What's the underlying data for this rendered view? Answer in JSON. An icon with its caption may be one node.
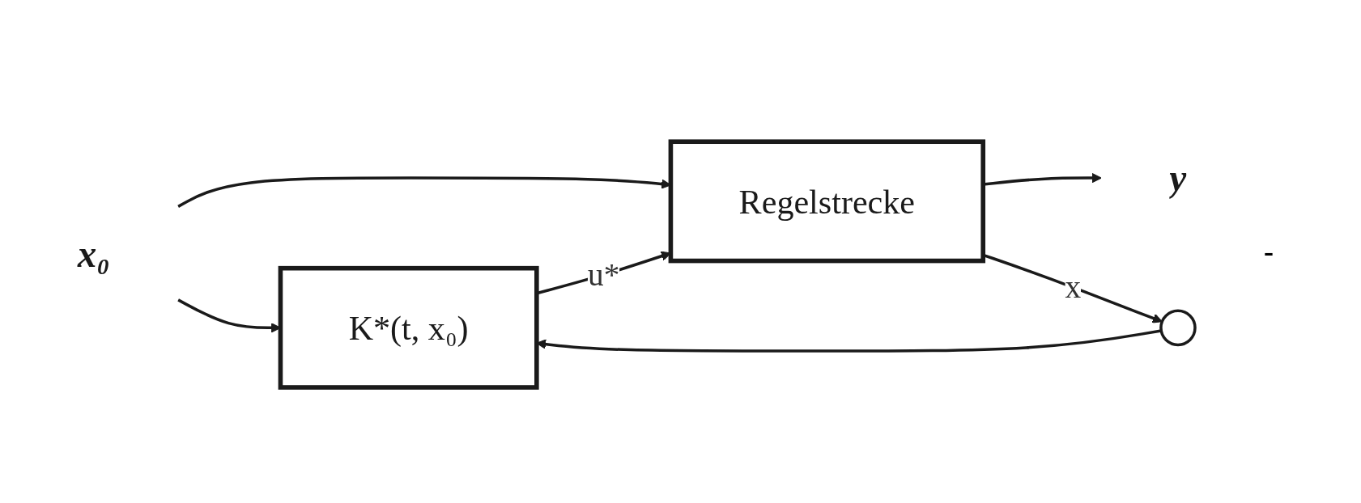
{
  "diagram": {
    "nodes": [
      {
        "text": [
          "x₀"
        ]
      },
      {
        "text": [],
        "shape": "circle"
      },
      {
        "text": [
          "K*(t, x₀)"
        ]
      },
      {
        "text": [
          "Regelstrecke"
        ]
      },
      {
        "text": [
          "y"
        ]
      }
    ],
    "edges": [
      {
        "from": 0,
        "to": 2,
        "arrow": "to"
      },
      {
        "from": 0,
        "to": 3,
        "arrow": "to"
      },
      {
        "from": 1,
        "to": 2,
        "arrow": "to"
      },
      {
        "from": 2,
        "to": 3,
        "arrow": "to",
        "label": "u*"
      },
      {
        "from": 3,
        "to": 4,
        "arrow": "to"
      },
      {
        "from": 3,
        "to": 1,
        "arrow": "to",
        "label": "x"
      }
    ],
    "labels": [
      "-"
    ]
  }
}
